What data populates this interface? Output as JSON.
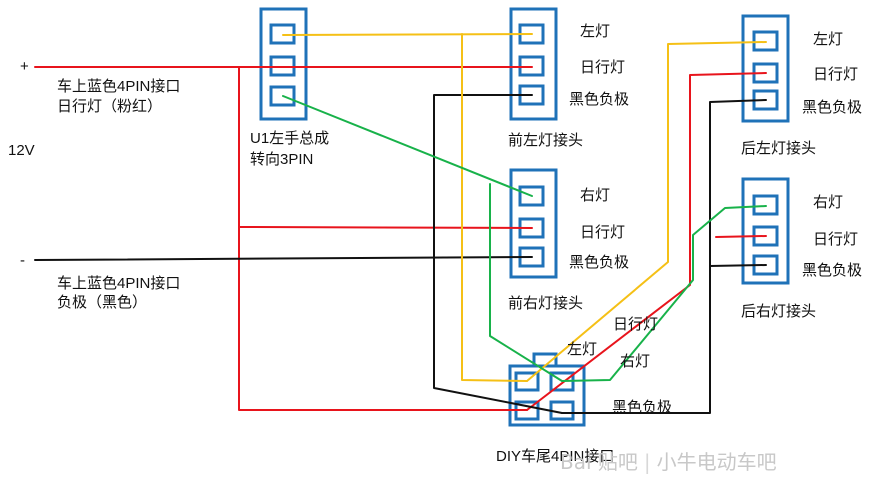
{
  "colors": {
    "red": "#e8141c",
    "black": "#111111",
    "yellow": "#f5c016",
    "green": "#18b24a",
    "connector": "#1f72b8"
  },
  "labels": {
    "plus": "+",
    "minus": "-",
    "voltage": "12V",
    "source_pos_line1": "车上蓝色4PIN接口",
    "source_pos_line2": "日行灯（粉红）",
    "source_neg_line1": "车上蓝色4PIN接口",
    "source_neg_line2": "负极（黑色）",
    "u1_line1": "U1左手总成",
    "u1_line2": "转向3PIN",
    "front_left": "前左灯接头",
    "front_right": "前右灯接头",
    "rear_left": "后左灯接头",
    "rear_right": "后右灯接头",
    "diy_tail": "DIY车尾4PIN接口"
  },
  "pins": {
    "fl": [
      "左灯",
      "日行灯",
      "黑色负极"
    ],
    "fr": [
      "右灯",
      "日行灯",
      "黑色负极"
    ],
    "rl": [
      "左灯",
      "日行灯",
      "黑色负极"
    ],
    "rr": [
      "右灯",
      "日行灯",
      "黑色负极"
    ],
    "diy": [
      "左灯",
      "日行灯",
      "右灯",
      "黑色负极"
    ]
  },
  "watermark": {
    "brand": "Bai 贴吧",
    "forum": "小牛电动车吧"
  }
}
